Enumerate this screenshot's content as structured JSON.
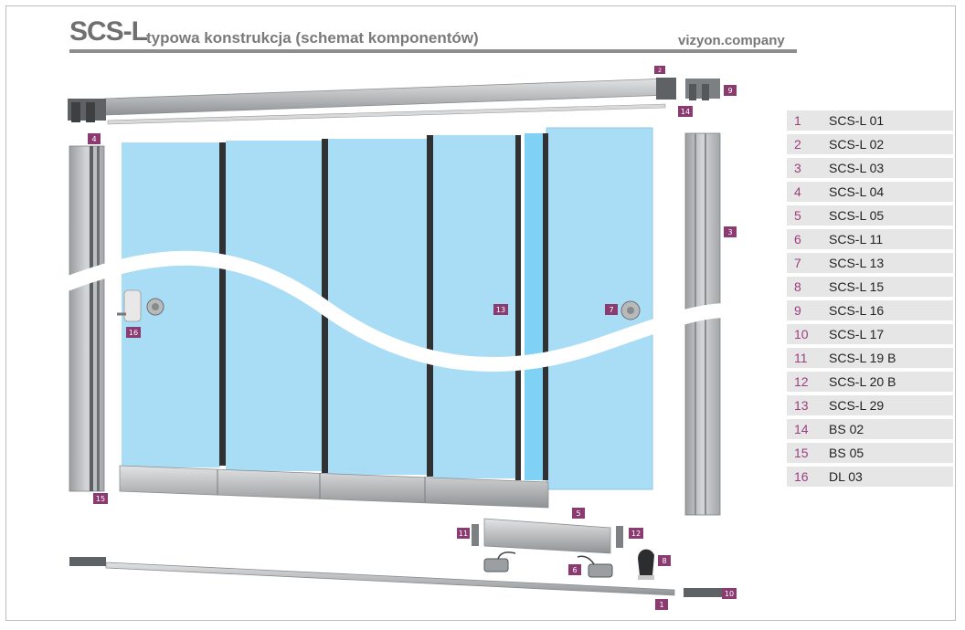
{
  "header": {
    "title": "SCS-L",
    "subtitle": "typowa konstrukcja (schemat komponentów)",
    "company": "vizyon.company"
  },
  "colors": {
    "glass": "#a9dcf5",
    "glass_edge": "#8ec7e4",
    "glass_highlight": "#7fd2f5",
    "aluminium": "#c4c6c8",
    "aluminium_dark": "#8c8f92",
    "callout": "#8a3c70",
    "legend_number": "#9b3f7d",
    "legend_row": "#e6e6e6"
  },
  "callouts": [
    "1",
    "2",
    "3",
    "4",
    "5",
    "6",
    "7",
    "8",
    "9",
    "10",
    "11",
    "12",
    "13",
    "14",
    "15",
    "16"
  ],
  "legend": [
    {
      "num": "1",
      "code": "SCS-L 01"
    },
    {
      "num": "2",
      "code": "SCS-L 02"
    },
    {
      "num": "3",
      "code": "SCS-L 03"
    },
    {
      "num": "4",
      "code": "SCS-L 04"
    },
    {
      "num": "5",
      "code": "SCS-L 05"
    },
    {
      "num": "6",
      "code": "SCS-L 11"
    },
    {
      "num": "7",
      "code": "SCS-L 13"
    },
    {
      "num": "8",
      "code": "SCS-L 15"
    },
    {
      "num": "9",
      "code": "SCS-L 16"
    },
    {
      "num": "10",
      "code": "SCS-L 17"
    },
    {
      "num": "11",
      "code": "SCS-L 19 B"
    },
    {
      "num": "12",
      "code": "SCS-L 20 B"
    },
    {
      "num": "13",
      "code": "SCS-L 29"
    },
    {
      "num": "14",
      "code": "BS 02"
    },
    {
      "num": "15",
      "code": "BS 05"
    },
    {
      "num": "16",
      "code": "DL 03"
    }
  ]
}
